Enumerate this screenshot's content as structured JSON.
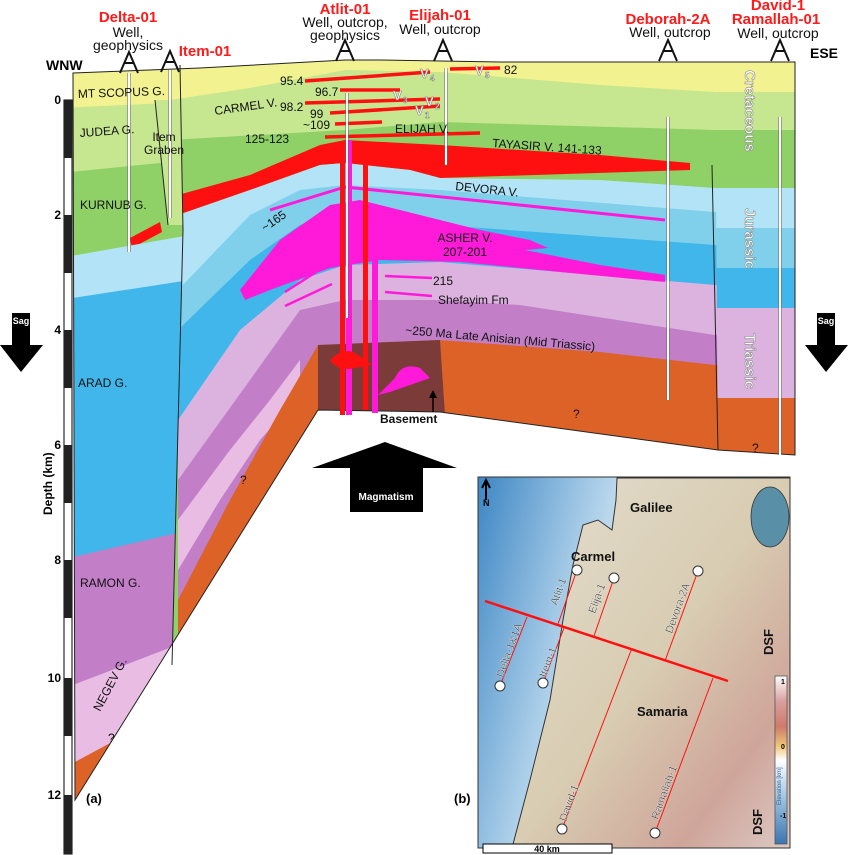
{
  "wells": [
    {
      "name": "Delta-01",
      "type": [
        "Well,",
        "geophysics"
      ]
    },
    {
      "name": "Item-01",
      "type": []
    },
    {
      "name": "Atlit-01",
      "type": [
        "Well, outcrop,",
        "geophysics"
      ]
    },
    {
      "name": "Elijah-01",
      "type": [
        "Well, outcrop"
      ]
    },
    {
      "name": "Deborah-2A",
      "type": [
        "Well, outcrop"
      ]
    },
    {
      "name": "David-1",
      "name2": "Ramallah-01",
      "type": [
        "Well, outcrop"
      ]
    }
  ],
  "directions": {
    "west": "WNW",
    "east": "ESE"
  },
  "formations": {
    "mt_scopus": "MT SCOPUS G.",
    "judea": "JUDEA G.",
    "kurnub": "KURNUB G.",
    "arad": "ARAD G.",
    "ramon": "RAMON G.",
    "negev": "NEGEV G.",
    "item_graben": [
      "Item",
      "Graben"
    ],
    "shefayim": "Shefayim Fm",
    "basement": "Basement"
  },
  "volcanics": {
    "carmel": "CARMEL V.",
    "elijah": "ELIJAH V.",
    "tayasir": "TAYASIR V. 141-133",
    "devora": "DEVORA V.",
    "asher": [
      "ASHER V.",
      "207-201"
    ],
    "v_labels": [
      "V",
      "1",
      "V",
      "2",
      "V",
      "3",
      "V",
      "4",
      "V",
      "5"
    ]
  },
  "ages": {
    "a95": "95.4",
    "a96": "96.7",
    "a98": "98.2",
    "a99": "99",
    "a109": "~109",
    "a125": "125-123",
    "a82": "82",
    "a165": "~165",
    "a215": "215",
    "a250": "~250 Ma Late Anisian (Mid Triassic)"
  },
  "periods": {
    "cretaceous": "Cretaceous",
    "jurassic": "Jurassic",
    "triassic": "Triassic"
  },
  "unknown": "?",
  "arrows": {
    "sag": "Sag",
    "magmatism": "Magmatism"
  },
  "axis": {
    "label": "Depth (km)",
    "ticks": [
      "0",
      "2",
      "4",
      "6",
      "8",
      "10",
      "12"
    ]
  },
  "panels": {
    "a": "(a)",
    "b": "(b)"
  },
  "map": {
    "regions": {
      "galilee": "Galilee",
      "carmel": "Carmel",
      "samaria": "Samaria",
      "dsf": "DSF"
    },
    "wells": [
      "Atlit-1",
      "Elija-1",
      "Devora-2A",
      "Delta-1&1A",
      "Item-1",
      "David-1",
      "Ramallah-1"
    ],
    "north": "N",
    "scale": "40 km",
    "colorbar": {
      "label": "Elevation [km]",
      "ticks": [
        "1",
        "0",
        "-1"
      ]
    }
  },
  "colors": {
    "volcanic_red": "#ff1010",
    "magenta": "#ff1ad9",
    "cretaceous_yellow": "#f3f290",
    "basement": "#7b3b38",
    "triassic_orange": "#dd6228"
  }
}
